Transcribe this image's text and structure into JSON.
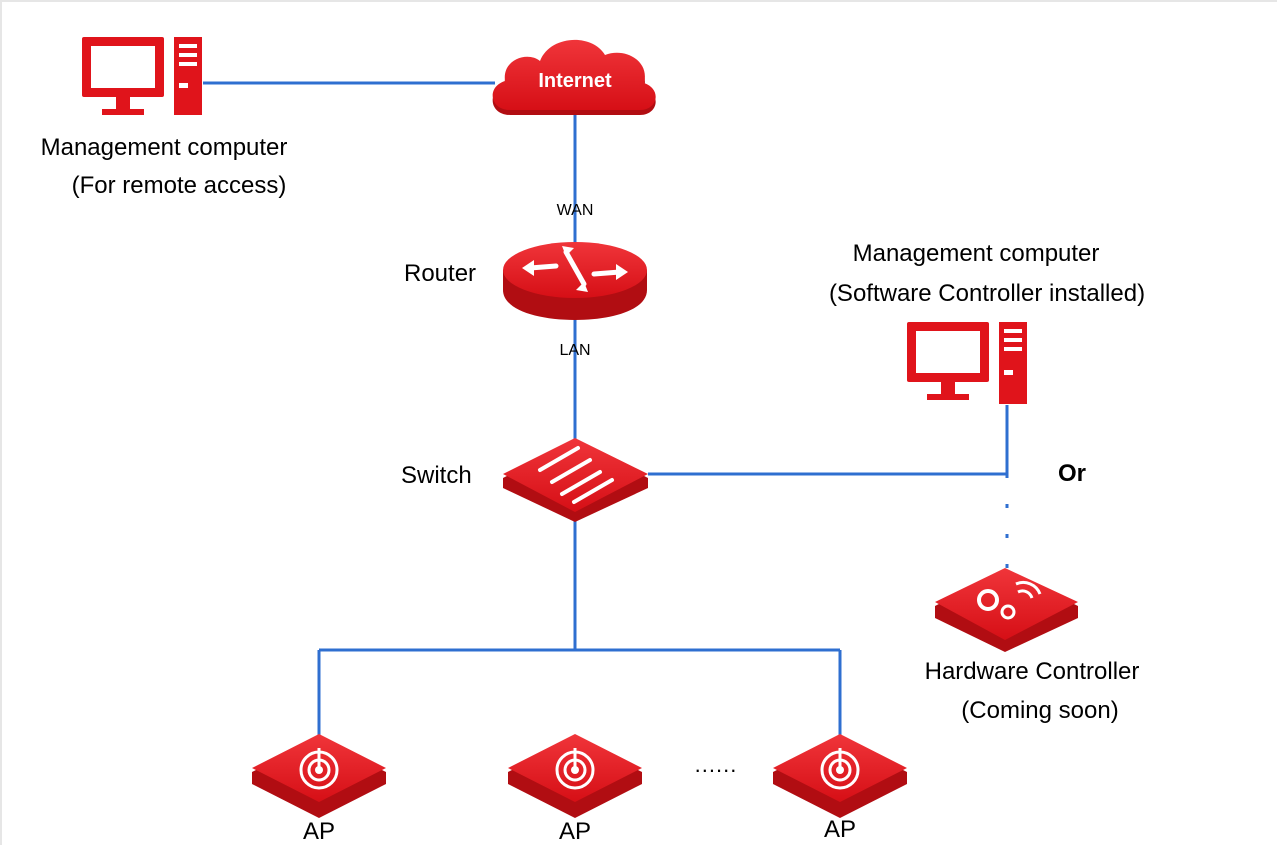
{
  "colors": {
    "device_red": "#e0141b",
    "device_dark": "#b10d12",
    "link_blue": "#2f6fd0"
  },
  "labels": {
    "remote_computer_line1": "Management computer",
    "remote_computer_line2": "(For remote access)",
    "internet": "Internet",
    "wan": "WAN",
    "router": "Router",
    "lan": "LAN",
    "switch": "Switch",
    "soft_computer_line1": "Management computer",
    "soft_computer_line2": "(Software Controller installed)",
    "or": "Or",
    "hardware_line1": "Hardware Controller",
    "hardware_line2": "(Coming soon)",
    "ellipsis": "......",
    "ap1": "AP",
    "ap2": "AP",
    "ap3": "AP"
  },
  "icons": [
    "computer-icon",
    "cloud-icon",
    "router-icon",
    "switch-icon",
    "hardware-controller-icon",
    "access-point-icon"
  ]
}
